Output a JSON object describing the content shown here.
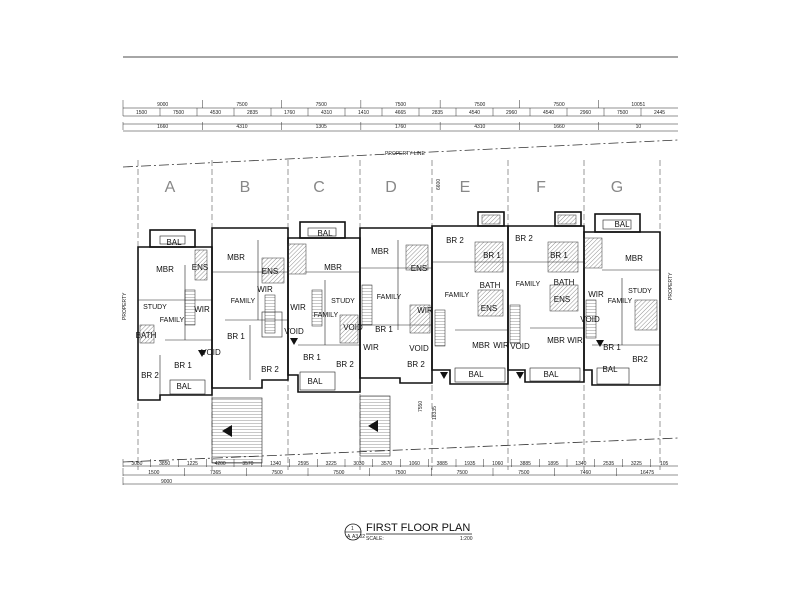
{
  "title": {
    "label": "FIRST FLOOR PLAN",
    "scale_label": "SCALE:",
    "scale_value": "1:200",
    "ref_top": "1",
    "ref_bottom": "A",
    "sheet_ref": "A3.02"
  },
  "property_line_label": "PROPERTY LINE",
  "units": [
    "A",
    "B",
    "C",
    "D",
    "E",
    "F",
    "G"
  ],
  "top_dims_row1": [
    "9000",
    "7500",
    "7500",
    "7500",
    "7500",
    "7500",
    "10051"
  ],
  "top_dims_row2": [
    "1500",
    "7500",
    "4530",
    "2835",
    "1760",
    "4310",
    "1410",
    "4665",
    "2835",
    "4540",
    "2960",
    "4540",
    "2960",
    "7500",
    "2445"
  ],
  "top_dims_row3": [
    "1660",
    "4310",
    "1305",
    "1760",
    "4310",
    "1660",
    "10"
  ],
  "bottom_dims_row1": [
    "3080",
    "3850",
    "1225",
    "4200",
    "3570",
    "1340",
    "2595",
    "3225",
    "3030",
    "3570",
    "1060",
    "3885",
    "1935",
    "1060",
    "3885",
    "1895",
    "1340",
    "2535",
    "3225",
    "105"
  ],
  "bottom_dims_row2": [
    "1500",
    "7365",
    "7500",
    "7500",
    "7500",
    "7500",
    "7500",
    "7460",
    "16475"
  ],
  "bottom_dims_row3": [
    "9000"
  ],
  "vertical_dims": [
    "6600",
    "7550",
    "18335"
  ],
  "rooms": [
    {
      "label": "MBR"
    },
    {
      "label": "STUDY"
    },
    {
      "label": "FAMILY"
    },
    {
      "label": "BR 1"
    },
    {
      "label": "BR 2"
    },
    {
      "label": "BAL"
    },
    {
      "label": "VOID"
    },
    {
      "label": "WIR"
    },
    {
      "label": "ENS"
    },
    {
      "label": "BATH"
    },
    {
      "label": "BAL"
    },
    {
      "label": "MBR"
    },
    {
      "label": "ENS"
    },
    {
      "label": "WIR"
    },
    {
      "label": "FAMILY"
    },
    {
      "label": "BR 1"
    },
    {
      "label": "VOID"
    },
    {
      "label": "BR 2"
    },
    {
      "label": "MBR"
    },
    {
      "label": "STUDY"
    },
    {
      "label": "FAMILY"
    },
    {
      "label": "WIR"
    },
    {
      "label": "VOID"
    },
    {
      "label": "BR 1"
    },
    {
      "label": "BR 2"
    },
    {
      "label": "BAL"
    },
    {
      "label": "BAL"
    },
    {
      "label": "MBR"
    },
    {
      "label": "ENS"
    },
    {
      "label": "FAMILY"
    },
    {
      "label": "WIR"
    },
    {
      "label": "BR 1"
    },
    {
      "label": "BR 2"
    },
    {
      "label": "VOID"
    },
    {
      "label": "WIR"
    },
    {
      "label": "BR 2"
    },
    {
      "label": "BR 1"
    },
    {
      "label": "FAMILY"
    },
    {
      "label": "BATH"
    },
    {
      "label": "ENS"
    },
    {
      "label": "MBR"
    },
    {
      "label": "VOID"
    },
    {
      "label": "BAL"
    },
    {
      "label": "WIR"
    },
    {
      "label": "BR 2"
    },
    {
      "label": "BR 1"
    },
    {
      "label": "FAMILY"
    },
    {
      "label": "BATH"
    },
    {
      "label": "ENS"
    },
    {
      "label": "MBR"
    },
    {
      "label": "WIR"
    },
    {
      "label": "BAL"
    },
    {
      "label": "MBR"
    },
    {
      "label": "STUDY"
    },
    {
      "label": "FAMILY"
    },
    {
      "label": "WIR"
    },
    {
      "label": "VOID"
    },
    {
      "label": "BR 1"
    },
    {
      "label": "BR2"
    },
    {
      "label": "BAL"
    },
    {
      "label": "BAL"
    }
  ]
}
